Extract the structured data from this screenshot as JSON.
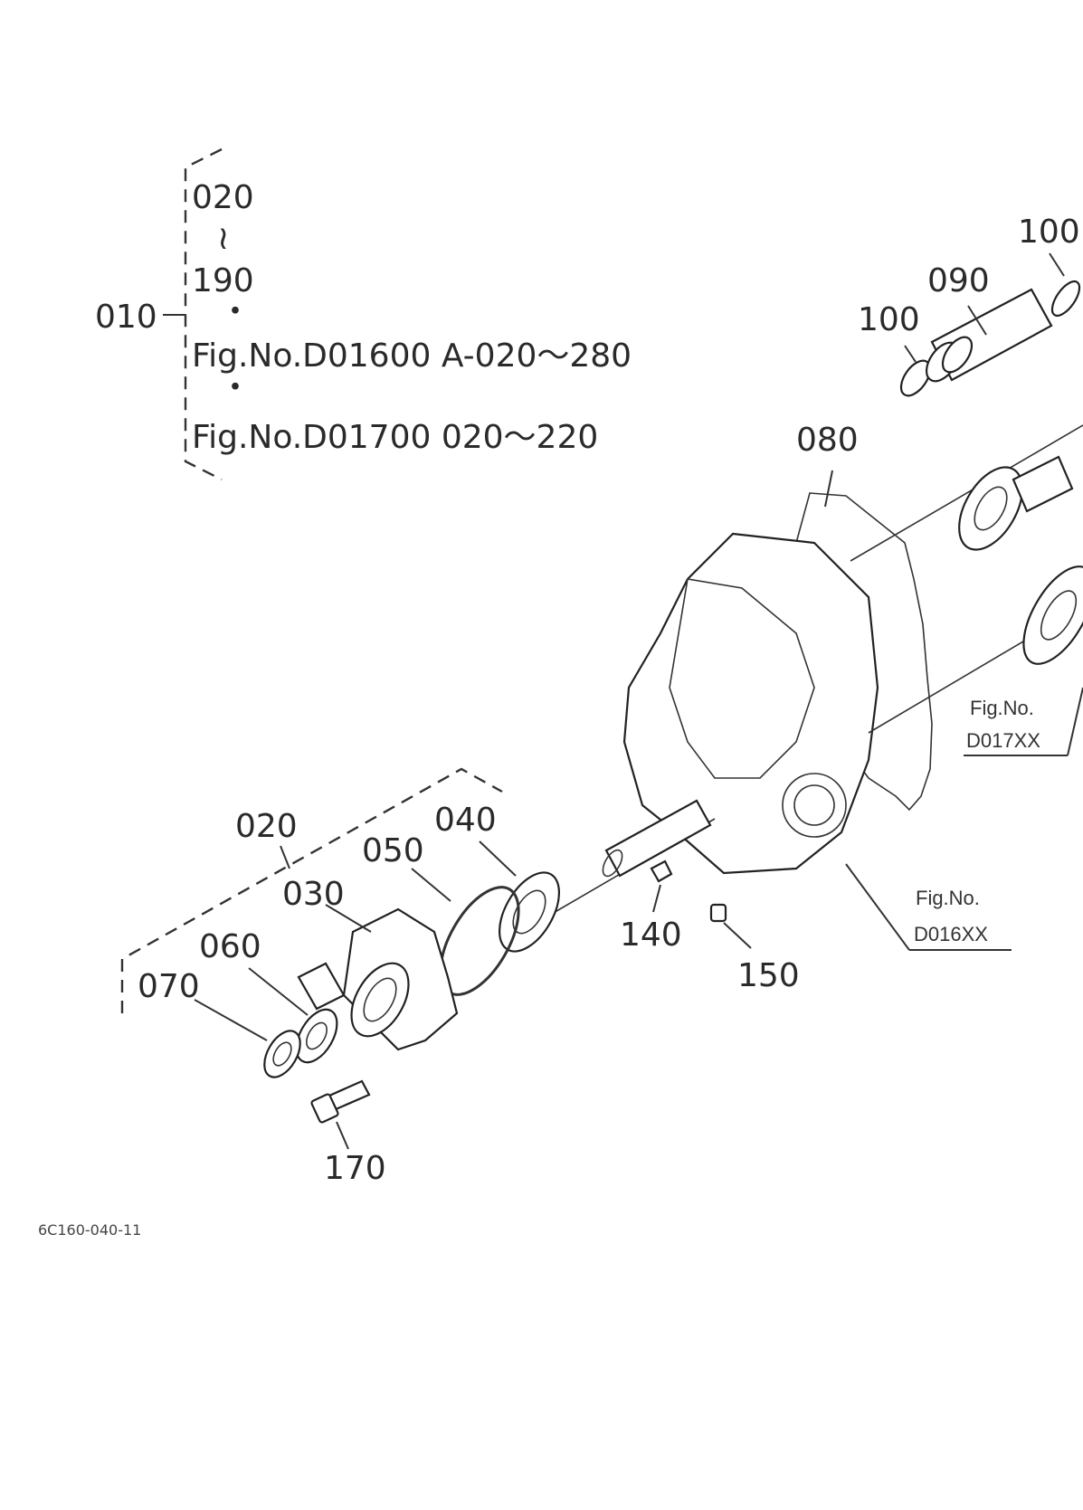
{
  "group_bracket": {
    "parent_label": "010",
    "range_start": "020",
    "range_symbol": "≀",
    "range_end": "190",
    "separator_1": "・",
    "ref_1": "Fig.No.D01600  A-020～280",
    "separator_2": "・",
    "ref_2": "Fig.No.D01700  020～220"
  },
  "callouts": {
    "p100_right": "100",
    "p090": "090",
    "p100_left": "100",
    "p080": "080",
    "p020": "020",
    "p040": "040",
    "p050": "050",
    "p030": "030",
    "p060": "060",
    "p070": "070",
    "p140": "140",
    "p150": "150",
    "p170": "170"
  },
  "figure_refs": {
    "upper_fig_label": "Fig.No.",
    "upper_fig_code": "D017XX",
    "lower_fig_label": "Fig.No.",
    "lower_fig_code": "D016XX"
  },
  "drawing_code": "6C160-040-11"
}
